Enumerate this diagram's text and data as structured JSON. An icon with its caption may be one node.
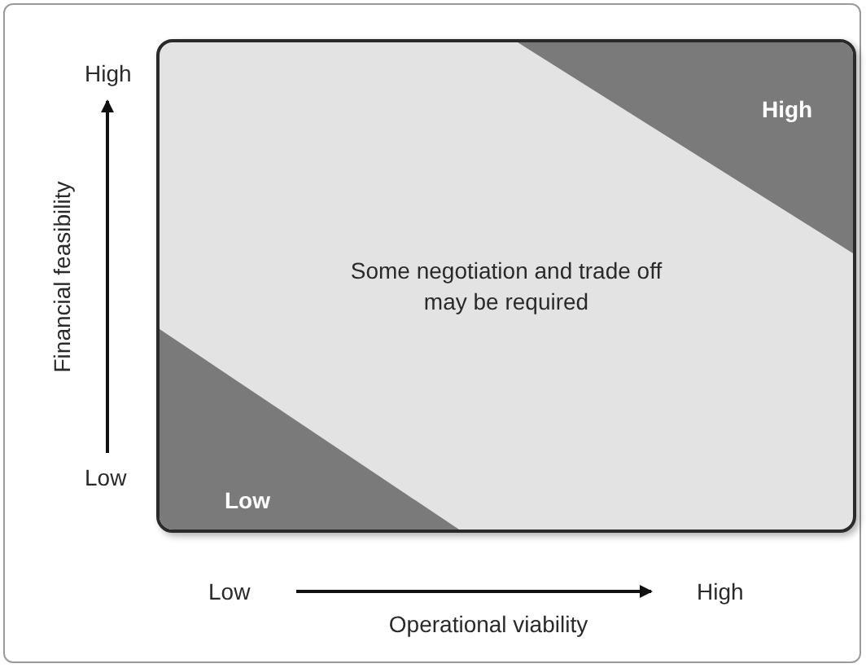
{
  "diagram": {
    "nodes": [
      {
        "text": [
          "Some negotiation and trade off may be required"
        ]
      },
      {
        "text": [
          "High"
        ],
        "in": 0
      },
      {
        "text": [
          "Low"
        ],
        "in": 0
      }
    ],
    "labels": [
      "High",
      "Financial feasibility",
      "Low",
      "Low",
      "High",
      "Operational viability"
    ]
  }
}
